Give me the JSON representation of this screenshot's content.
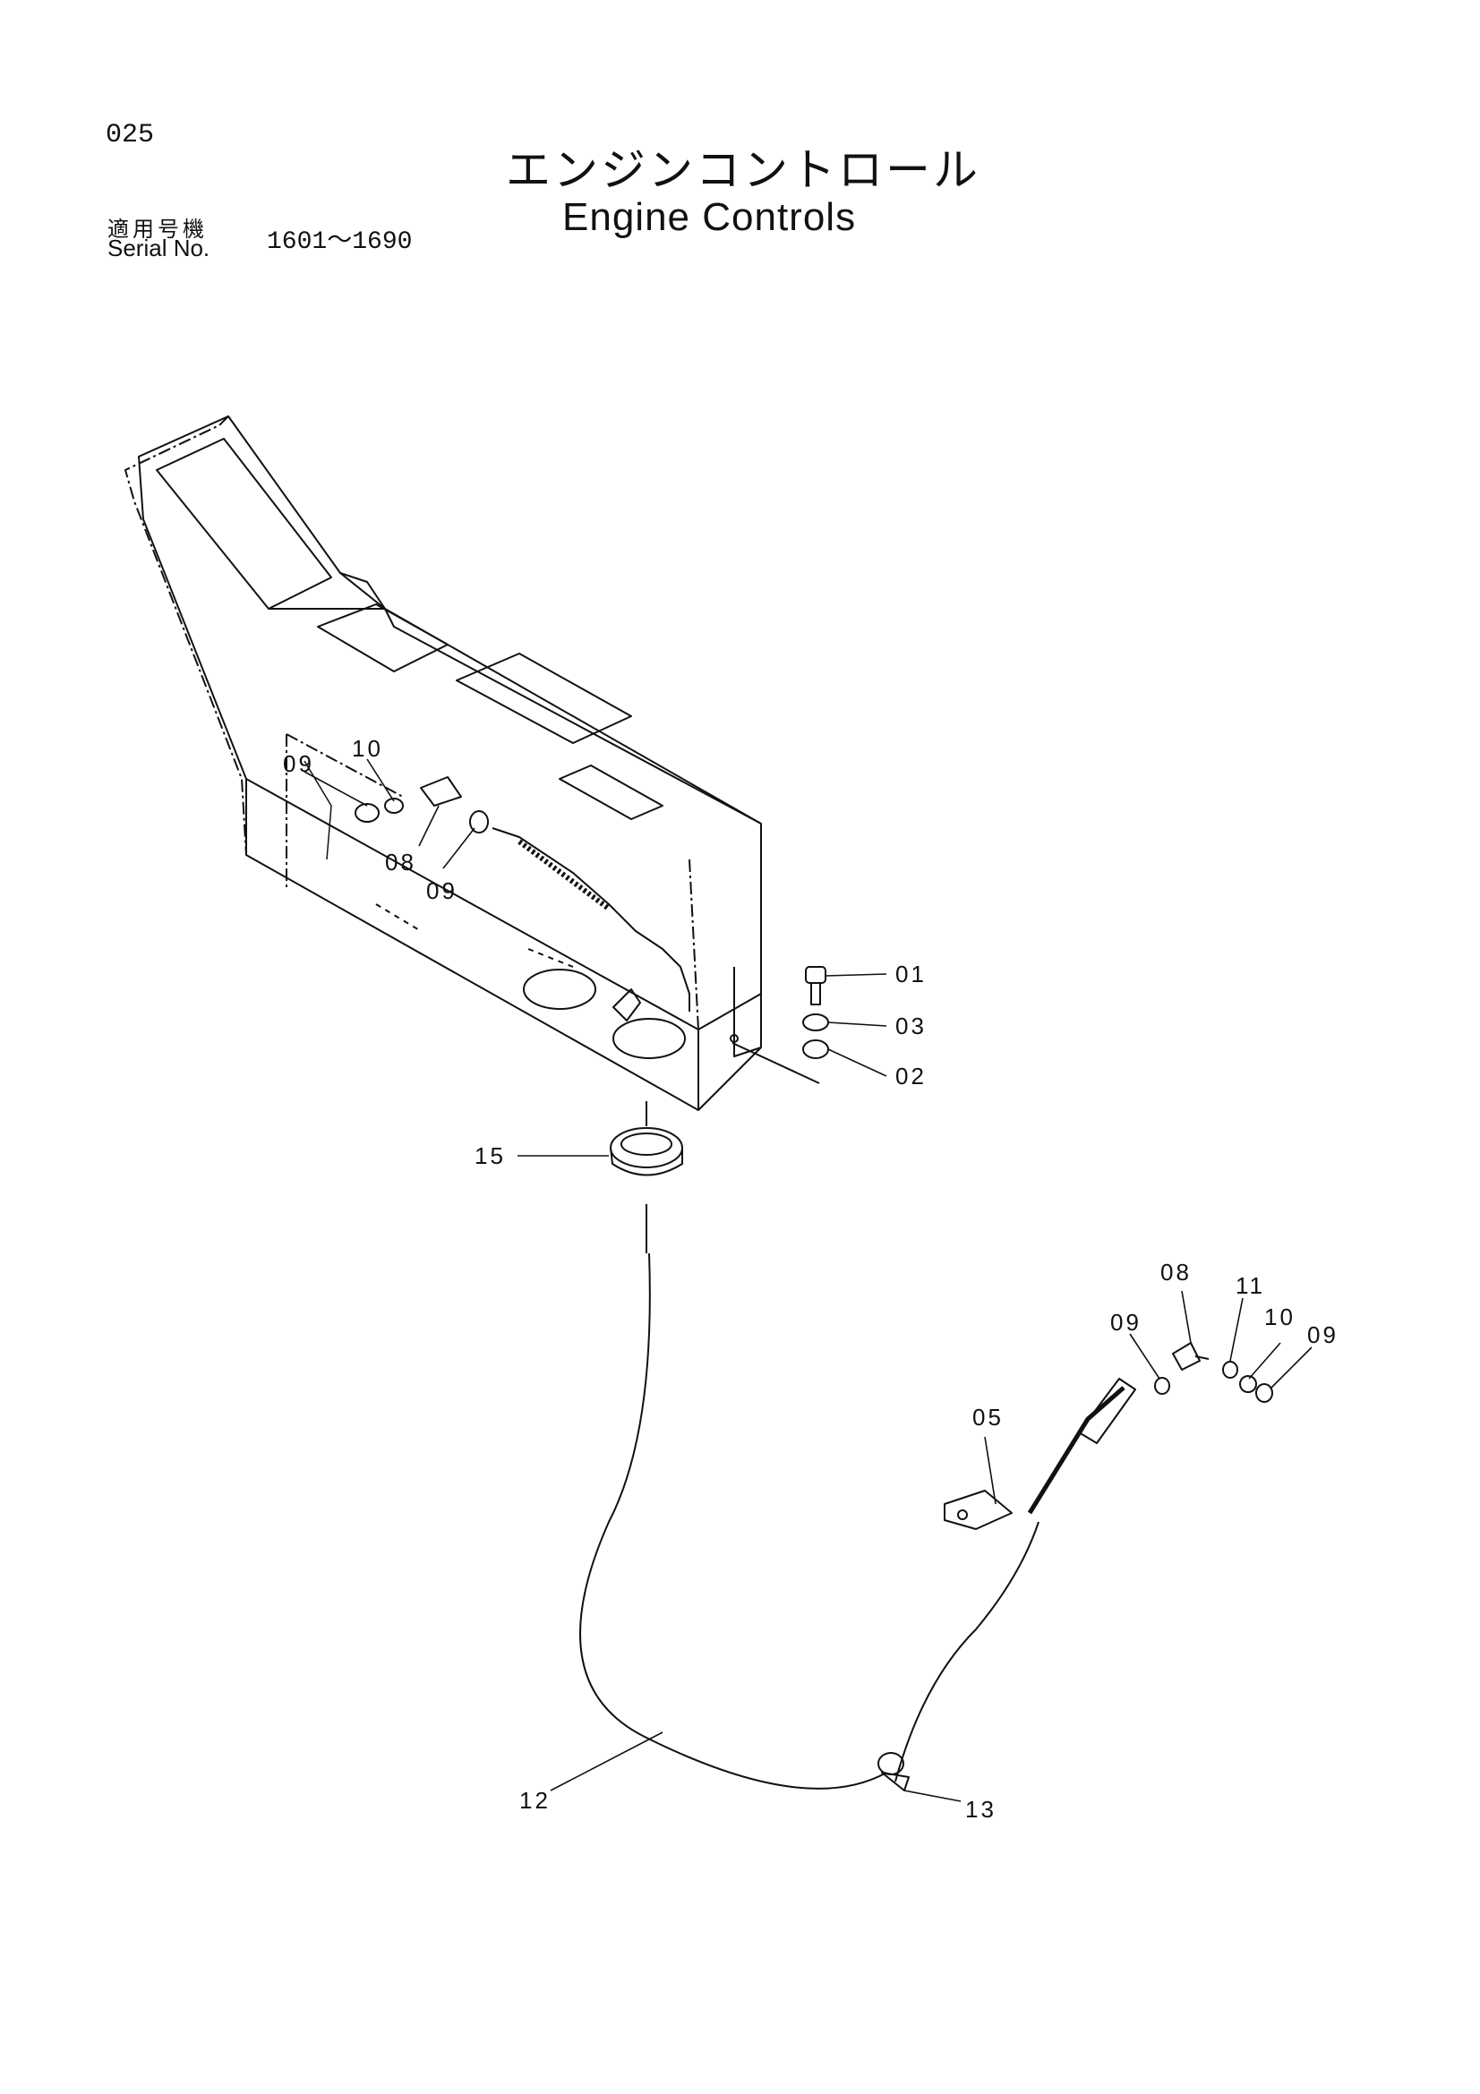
{
  "page_number": "025",
  "title_jp": "エンジンコントロール",
  "title_en": "Engine Controls",
  "serial": {
    "label_jp": "適用号機",
    "label_en": "Serial No.",
    "range": "1601～1690"
  },
  "callouts": {
    "c01": "01",
    "c02": "02",
    "c03": "03",
    "c05": "05",
    "c08a": "08",
    "c08b": "08",
    "c09a": "09",
    "c09b": "09",
    "c09c": "09",
    "c09d": "09",
    "c10a": "10",
    "c10b": "10",
    "c11": "11",
    "c12": "12",
    "c13": "13",
    "c15": "15"
  }
}
